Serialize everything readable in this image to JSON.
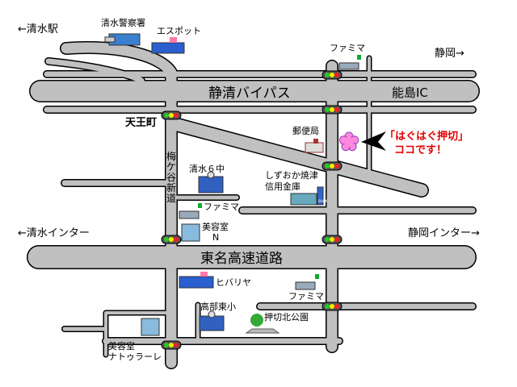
{
  "labels": {
    "shimizu_station": "←清水駅",
    "police": "清水警察署",
    "espot": "エスポット",
    "famima_top": "ファミマ",
    "shizuoka": "静岡→",
    "bypass": "静清バイパス",
    "noshima_ic": "能島IC",
    "tennocho": "天王町",
    "post_office": "郵便局",
    "target_line1": "「はぐはぐ押切」",
    "target_line2": "ココです！",
    "umegaya_1": "梅",
    "umegaya_2": "ケ",
    "umegaya_3": "谷",
    "umegaya_4": "新",
    "umegaya_5": "道",
    "school6": "清水６中",
    "bank_line1": "しずおか焼津",
    "bank_line2": "信用金庫",
    "bank_sign": "BANK",
    "famima_mid": "ファミマ",
    "salon_n_line1": "美容室",
    "salon_n_line2": "N",
    "shimizu_ic": "←清水インター",
    "shizuoka_ic": "静岡インター→",
    "tomei": "東名高速道路",
    "hibariya": "ヒバリヤ",
    "famima_low": "ファミマ",
    "takabe_school": "高部東小",
    "park": "押切北公園",
    "salon_nat_line1": "美容室",
    "salon_nat_line2": "ナトゥラーレ"
  },
  "colors": {
    "road": "#c0c0c0",
    "highlight": "#e00000",
    "marker": "#ff88dd"
  }
}
